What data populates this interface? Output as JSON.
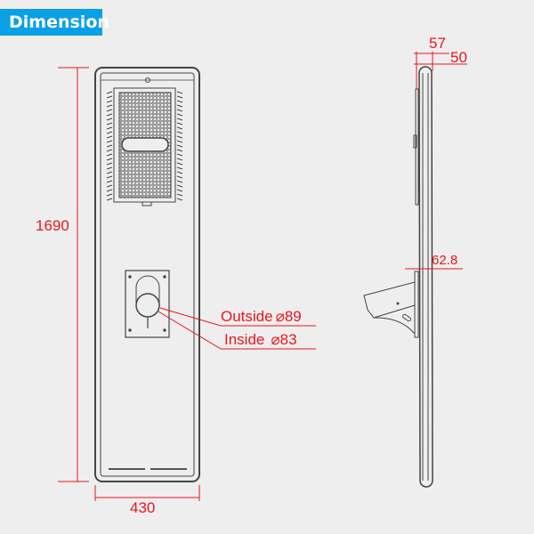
{
  "header": {
    "title": "Dimension"
  },
  "front_view": {
    "height_label": "1690",
    "width_label": "430",
    "outside_label": "Outside",
    "outside_value": "⌀89",
    "inside_label": "Inside",
    "inside_value": "⌀83"
  },
  "side_view": {
    "depth_total_label": "57",
    "depth_body_label": "50",
    "bracket_offset_label": "62.8"
  },
  "colors": {
    "accent": "#0aa0e6",
    "dimension": "#e8161b",
    "line": "#444444"
  }
}
